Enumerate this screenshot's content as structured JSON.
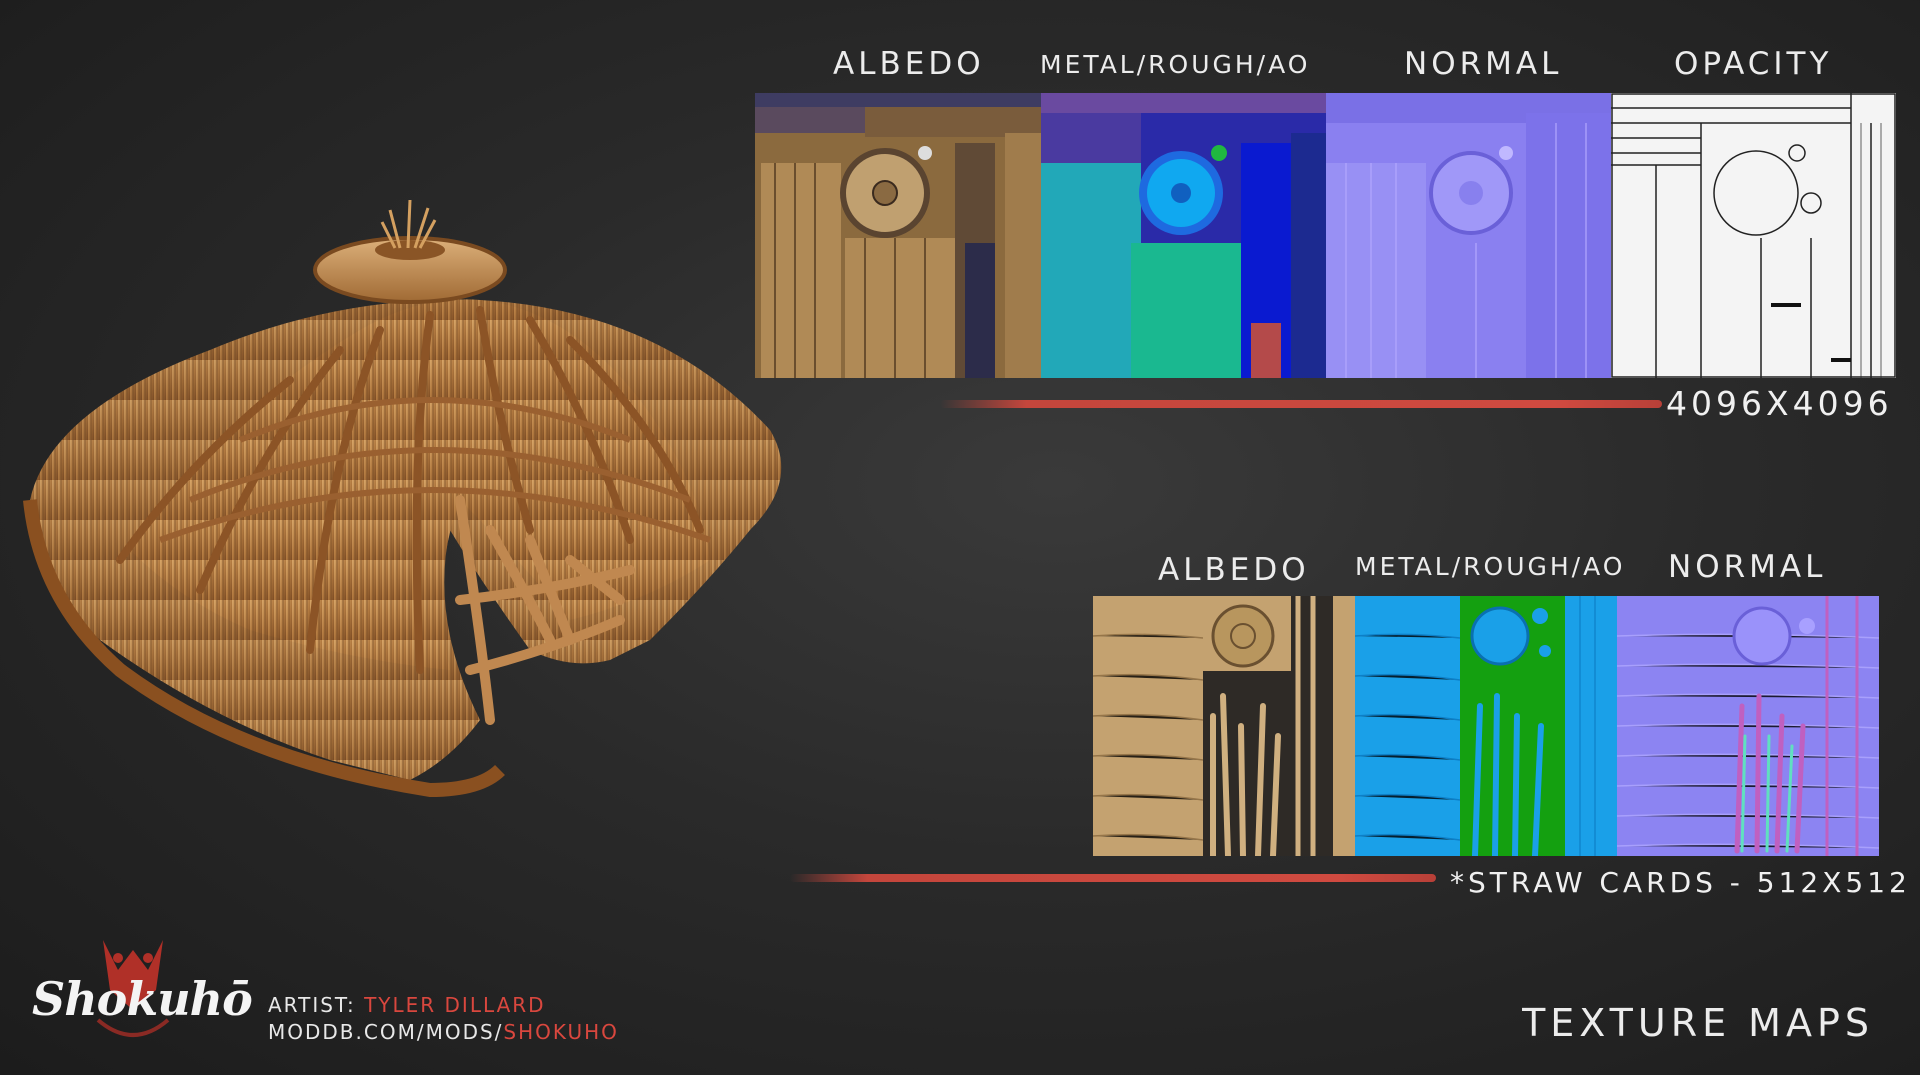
{
  "big_set": {
    "labels": [
      "ALBEDO",
      "METAL/ROUGH/AO",
      "NORMAL",
      "OPACITY"
    ],
    "resolution": "4096X4096"
  },
  "small_set": {
    "labels": [
      "ALBEDO",
      "METAL/ROUGH/AO",
      "NORMAL"
    ],
    "resolution": "*STRAW CARDS - 512X512"
  },
  "footer": {
    "logo": "Shokuhō",
    "artist_prefix": "ARTIST: ",
    "artist_name": "TYLER DILLARD",
    "site_prefix": "MODDB.COM/MODS/",
    "site_name": "SHOKUHO",
    "title": "TEXTURE MAPS"
  },
  "colors": {
    "accent": "#d9473e",
    "background": "#2a2a2a",
    "straw": "#b27a40"
  }
}
